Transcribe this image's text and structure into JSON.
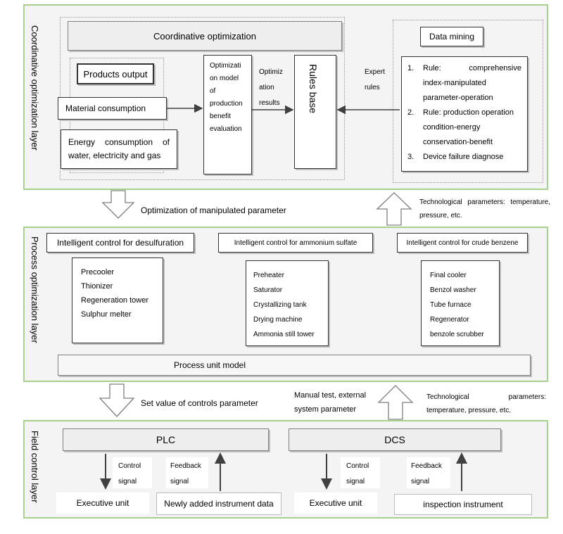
{
  "layers": {
    "coordinative": "Coordinative optimization layer",
    "process": "Process optimization layer",
    "field": "Field control layer"
  },
  "coordinative": {
    "title": "Coordinative optimization",
    "products_output": "Products output",
    "material_consumption": "Material consumption",
    "energy_consumption": "Energy consumption of water, electricity and gas",
    "model_lines": [
      "Optimizati",
      "on model",
      "of",
      "production",
      "benefit",
      "evaluation"
    ],
    "optimization_results": [
      "Optimiz",
      "ation",
      "results"
    ],
    "rules_base": "Rules base",
    "expert_rules": [
      "Expert",
      "rules"
    ],
    "data_mining": "Data mining",
    "rules": [
      {
        "num": "1.",
        "lines": [
          "Rule: comprehensive",
          "index-manipulated",
          "parameter-operation"
        ]
      },
      {
        "num": "2.",
        "lines": [
          "Rule: production operation",
          "condition-energy",
          "conservation-benefit"
        ]
      },
      {
        "num": "3.",
        "lines": [
          "Device failure diagnose"
        ]
      }
    ]
  },
  "between_top": {
    "optimization_label": "Optimization of manipulated parameter",
    "tech_params": "Technological parameters: temperature, pressure, etc."
  },
  "process": {
    "desulfuration": {
      "title": "Intelligent control for desulfuration",
      "items": [
        "Precooler",
        "Thionizer",
        "Regeneration tower",
        "Sulphur melter"
      ]
    },
    "ammonium": {
      "title": "Intelligent control for ammonium sulfate",
      "items": [
        "Preheater",
        "Saturator",
        "Crystallizing tank",
        "Drying machine",
        "Ammonia still tower"
      ]
    },
    "benzene": {
      "title": "Intelligent control for crude benzene",
      "items": [
        "Final cooler",
        "Benzol washer",
        "Tube furnace",
        "Regenerator",
        "benzole scrubber"
      ]
    },
    "unit_model": "Process unit model"
  },
  "between_bottom": {
    "set_value": "Set value of controls parameter",
    "manual_test": "Manual test, external system parameter",
    "tech_params": "Technological parameters: temperature, pressure, etc."
  },
  "field": {
    "plc": "PLC",
    "dcs": "DCS",
    "control_signal": [
      "Control",
      "signal"
    ],
    "feedback_signal": [
      "Feedback",
      "signal"
    ],
    "executive_unit": "Executive unit",
    "newly_added": "Newly added instrument data",
    "inspection": "inspection instrument"
  }
}
